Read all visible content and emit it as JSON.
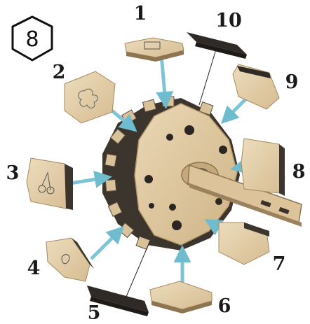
{
  "step": "8",
  "labels": [
    "1",
    "2",
    "3",
    "4",
    "5",
    "6",
    "7",
    "8",
    "9",
    "10"
  ],
  "colors": {
    "wood_light": "#e4cfa9",
    "wood_mid": "#d2b88d",
    "wood_dark": "#4a4238",
    "wood_darker": "#2f2a25",
    "arrow": "#7fc4d6",
    "line": "#222222"
  }
}
